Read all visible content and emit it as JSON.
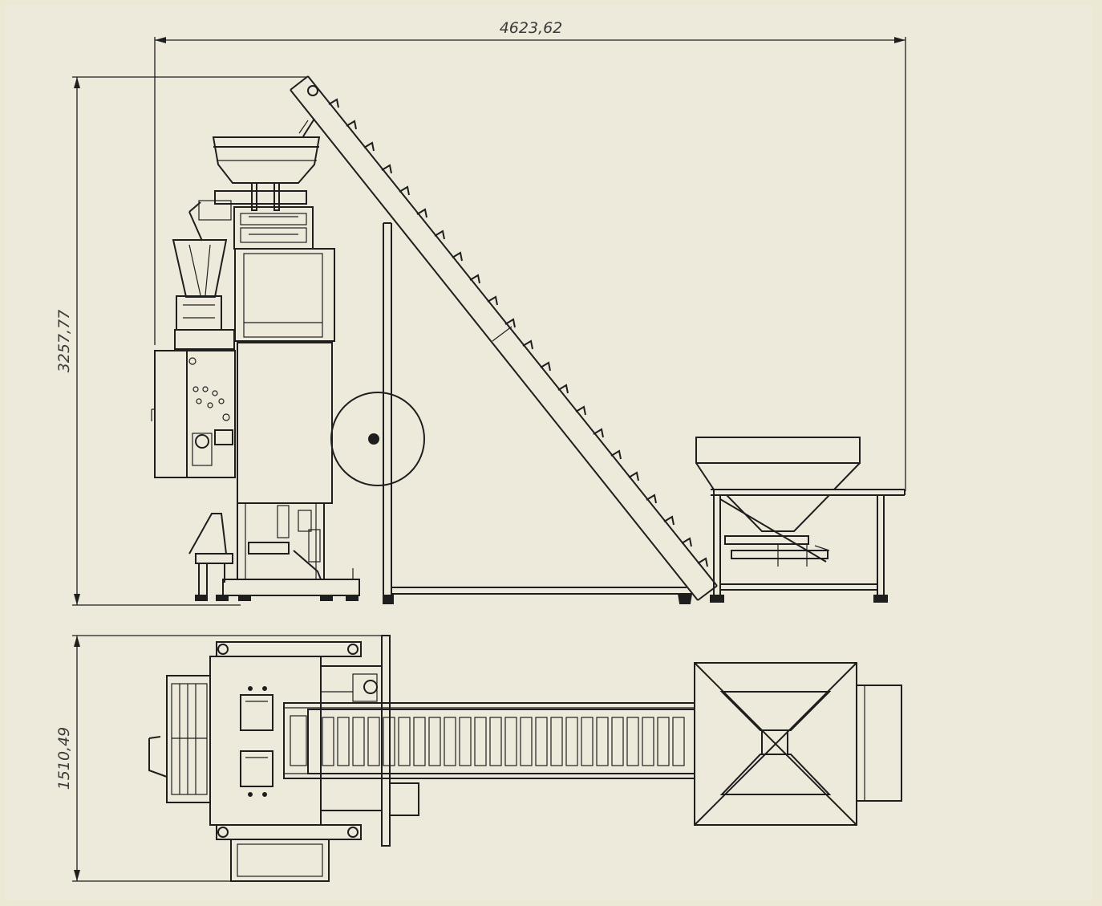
{
  "drawing": {
    "background_color": "#ece8d3",
    "paper_color": "#eeeadb",
    "line_color": "#1e1e1e",
    "dimensions": {
      "overall_width": "4623,62",
      "overall_height": "3257,77",
      "plan_depth": "1510,49"
    }
  }
}
